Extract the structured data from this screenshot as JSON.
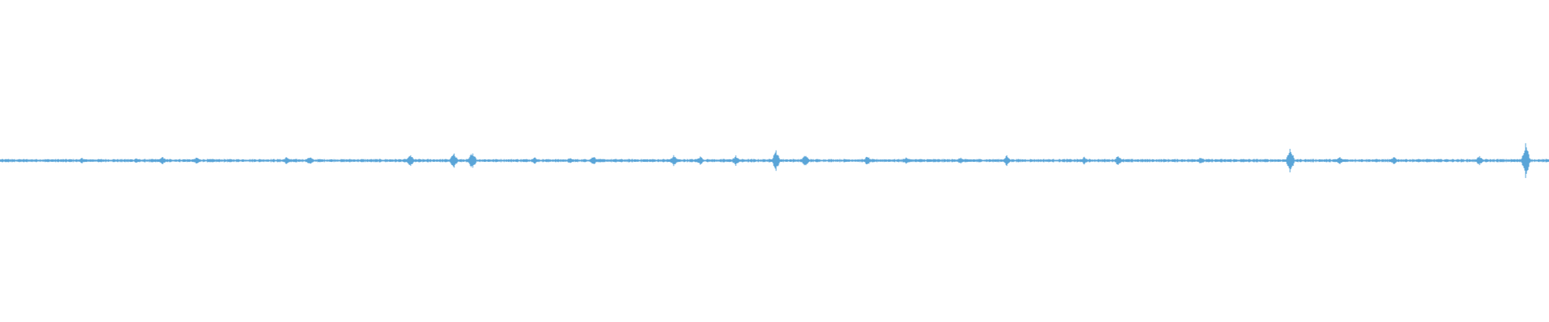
{
  "waveform": {
    "color": "#5aa5d8",
    "background": "#ffffff",
    "baseline_amplitude": 0.004,
    "transients": [
      {
        "pos": 0.005,
        "amp": 0.006
      },
      {
        "pos": 0.053,
        "amp": 0.009
      },
      {
        "pos": 0.088,
        "amp": 0.008
      },
      {
        "pos": 0.105,
        "amp": 0.012
      },
      {
        "pos": 0.127,
        "amp": 0.011
      },
      {
        "pos": 0.185,
        "amp": 0.012
      },
      {
        "pos": 0.2,
        "amp": 0.013
      },
      {
        "pos": 0.265,
        "amp": 0.018
      },
      {
        "pos": 0.293,
        "amp": 0.025
      },
      {
        "pos": 0.305,
        "amp": 0.03
      },
      {
        "pos": 0.345,
        "amp": 0.012
      },
      {
        "pos": 0.368,
        "amp": 0.009
      },
      {
        "pos": 0.383,
        "amp": 0.015
      },
      {
        "pos": 0.435,
        "amp": 0.018
      },
      {
        "pos": 0.452,
        "amp": 0.014
      },
      {
        "pos": 0.475,
        "amp": 0.017
      },
      {
        "pos": 0.501,
        "amp": 0.035
      },
      {
        "pos": 0.52,
        "amp": 0.02
      },
      {
        "pos": 0.56,
        "amp": 0.015
      },
      {
        "pos": 0.585,
        "amp": 0.012
      },
      {
        "pos": 0.62,
        "amp": 0.01
      },
      {
        "pos": 0.65,
        "amp": 0.017
      },
      {
        "pos": 0.7,
        "amp": 0.012
      },
      {
        "pos": 0.722,
        "amp": 0.018
      },
      {
        "pos": 0.775,
        "amp": 0.012
      },
      {
        "pos": 0.833,
        "amp": 0.042
      },
      {
        "pos": 0.865,
        "amp": 0.012
      },
      {
        "pos": 0.9,
        "amp": 0.013
      },
      {
        "pos": 0.955,
        "amp": 0.015
      },
      {
        "pos": 0.985,
        "amp": 0.06
      }
    ]
  }
}
